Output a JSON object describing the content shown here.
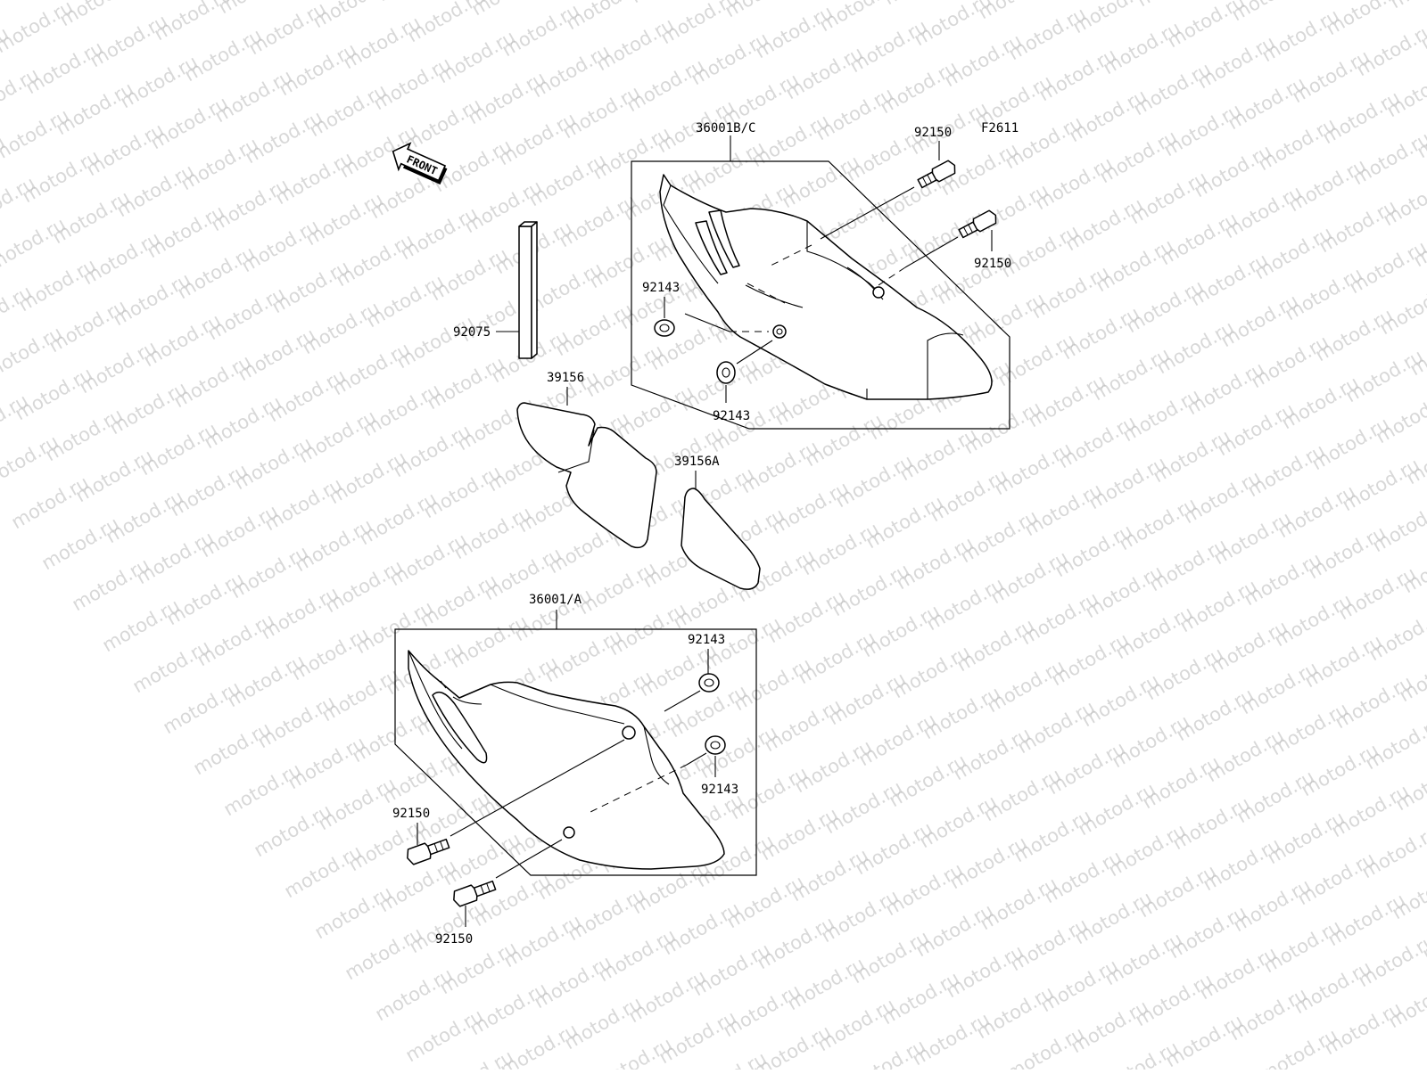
{
  "diagram_code": "F2611",
  "watermark_text": "motod.ru",
  "front_arrow_label": "FRONT",
  "callouts": {
    "upper_cover": "36001B/C",
    "upper_bolt_top": "92150",
    "upper_bolt_right": "92150",
    "upper_grommet_left": "92143",
    "upper_grommet_bottom": "92143",
    "pad": "92075",
    "decal_large": "39156",
    "decal_small": "39156A",
    "lower_cover": "36001/A",
    "lower_grommet_top": "92143",
    "lower_grommet_bottom": "92143",
    "lower_bolt_left": "92150",
    "lower_bolt_bottom": "92150"
  },
  "colors": {
    "line": "#000000",
    "watermark": "#b9b9b9",
    "background": "#ffffff"
  }
}
